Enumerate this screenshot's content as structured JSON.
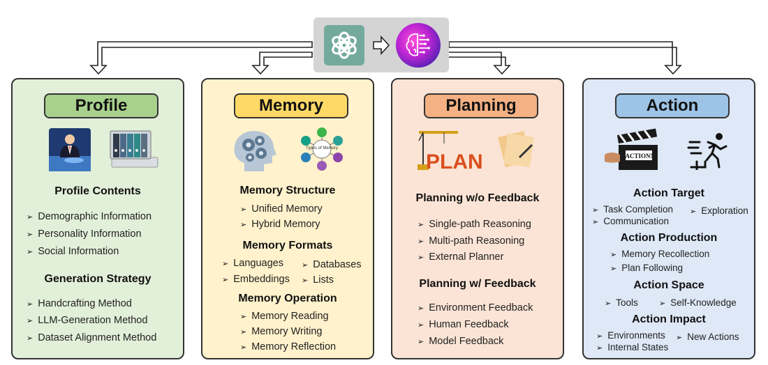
{
  "panels": {
    "profile": {
      "title": "Profile",
      "sections": [
        {
          "heading": "Profile Contents",
          "items": [
            "Demographic Information",
            "Personality Information",
            "Social Information"
          ]
        },
        {
          "heading": "Generation Strategy",
          "items": [
            "Handcrafting Method",
            "LLM-Generation Method",
            "Dataset Alignment Method"
          ]
        }
      ]
    },
    "memory": {
      "title": "Memory",
      "image_text": "Types of Memory",
      "sections": [
        {
          "heading": "Memory Structure",
          "items": [
            "Unified Memory",
            "Hybrid Memory"
          ]
        },
        {
          "heading": "Memory Formats",
          "items": [
            "Languages",
            "Databases",
            "Embeddings",
            "Lists"
          ]
        },
        {
          "heading": "Memory Operation",
          "items": [
            "Memory Reading",
            "Memory Writing",
            "Memory Reflection"
          ]
        }
      ]
    },
    "planning": {
      "title": "Planning",
      "image_text": "PLAN",
      "sections": [
        {
          "heading": "Planning w/o Feedback",
          "items": [
            "Single-path Reasoning",
            "Multi-path Reasoning",
            "External Planner"
          ]
        },
        {
          "heading": "Planning w/ Feedback",
          "items": [
            "Environment Feedback",
            "Human Feedback",
            "Model Feedback"
          ]
        }
      ]
    },
    "action": {
      "title": "Action",
      "image_text": "ACTION!",
      "sections": [
        {
          "heading": "Action Target",
          "items": [
            "Task Completion",
            "Exploration",
            "Communication"
          ]
        },
        {
          "heading": "Action Production",
          "items": [
            "Memory Recollection",
            "Plan Following"
          ]
        },
        {
          "heading": "Action Space",
          "items": [
            "Tools",
            "Self-Knowledge"
          ]
        },
        {
          "heading": "Action Impact",
          "items": [
            "Environments",
            "New Actions",
            "Internal States"
          ]
        }
      ]
    }
  },
  "bullet": "➢",
  "colors": {
    "profile_bg": "#e2efd9",
    "profile_title": "#a9d18e",
    "memory_bg": "#fff2cc",
    "memory_title": "#ffd966",
    "planning_bg": "#fbe4d5",
    "planning_title": "#f4b183",
    "action_bg": "#dee8f6",
    "action_title": "#9dc3e6"
  },
  "icons": [
    "openai-logo-icon",
    "right-arrow-icon",
    "ai-brain-logo-icon",
    "businessman-icon",
    "binders-laptop-icon",
    "human-head-gears-icon",
    "memory-types-diagram-icon",
    "crane-plan-icon",
    "paper-notes-icon",
    "clapperboard-icon",
    "running-person-icon"
  ]
}
